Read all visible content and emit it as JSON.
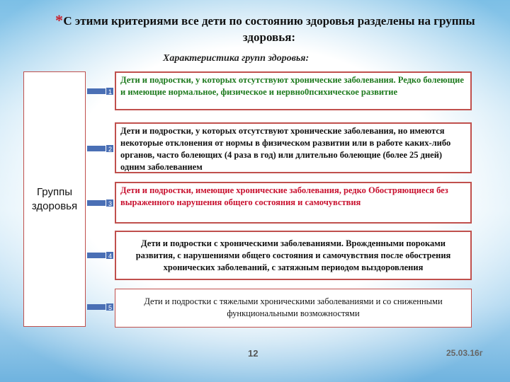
{
  "title": "С этими критериями все дети по состоянию здоровья разделены на группы здоровья:",
  "subtitle": "Характеристика групп здоровья:",
  "left_label_line1": "Группы",
  "left_label_line2": "здоровья",
  "groups": [
    {
      "text": "Дети и подростки, у которых отсутствуют хронические заболевания. Редко болеющие и имеющие нормальное, физическое и нервно0психическое развитие"
    },
    {
      "text": "Дети и подростки, у которых отсутствуют хронические заболевания, но имеются некоторые отклонения от нормы в физическом развитии или в работе каких-либо органов, часто болеющих (4 раза в год) или длительно болеющие (более 25 дней) одним заболеванием"
    },
    {
      "text": "Дети и подростки, имеющие хронические заболевания, редко Обостряющиеся без выраженного нарушения общего состояния и самочувствия"
    },
    {
      "text": "Дети и подростки с хроническими заболеваниями. Врожденными пороками развития, с нарушениями общего состояния и самочувствия после обострения хронических заболеваний, с затяжным периодом выздоровления"
    },
    {
      "text": "Дети и подростки с тяжелыми хроническими заболеваниями и со сниженными функциональными возможностями"
    }
  ],
  "connector_labels": [
    "1",
    "2",
    "3",
    "4",
    "5"
  ],
  "slide_number": "12",
  "date": "25.03.16г",
  "colors": {
    "accent_red": "#c0504d",
    "green_text": "#1e7a1e",
    "red_text": "#c8102e",
    "connector_blue": "#4a6fb5"
  }
}
